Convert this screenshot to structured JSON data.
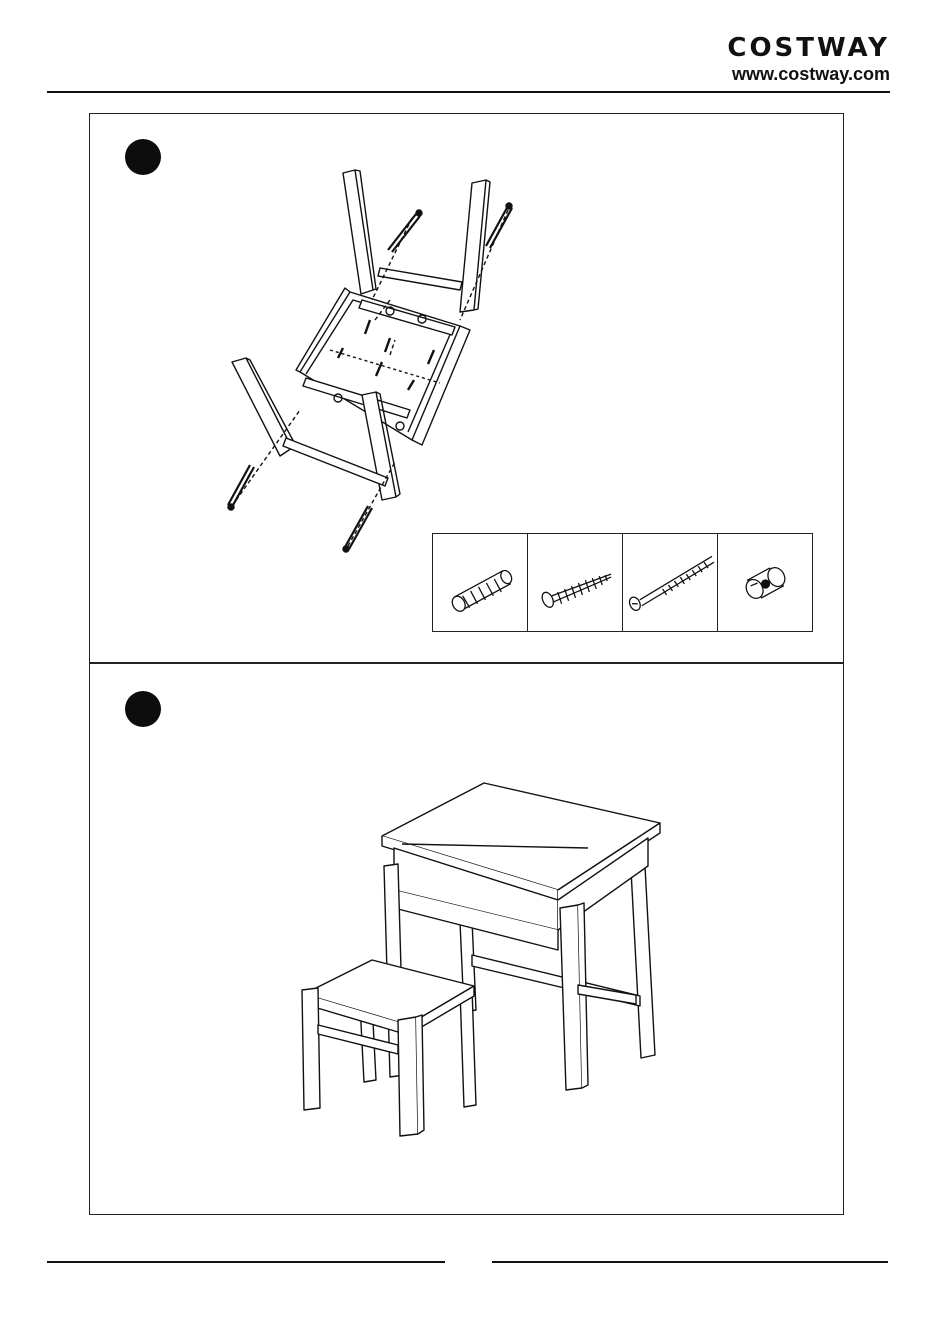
{
  "header": {
    "brand": "COSTWAY",
    "url": "www.costway.com"
  },
  "steps": [
    {
      "id": "step-1",
      "illustration": "inverted-desk-frame-with-legs-and-screws"
    },
    {
      "id": "step-2",
      "illustration": "assembled-desk-and-stool"
    }
  ],
  "parts": [
    {
      "id": "dowel",
      "icon": "wooden-dowel-icon"
    },
    {
      "id": "wood-screw",
      "icon": "wood-screw-icon"
    },
    {
      "id": "long-bolt",
      "icon": "long-bolt-icon"
    },
    {
      "id": "barrel-nut",
      "icon": "barrel-nut-icon"
    }
  ]
}
